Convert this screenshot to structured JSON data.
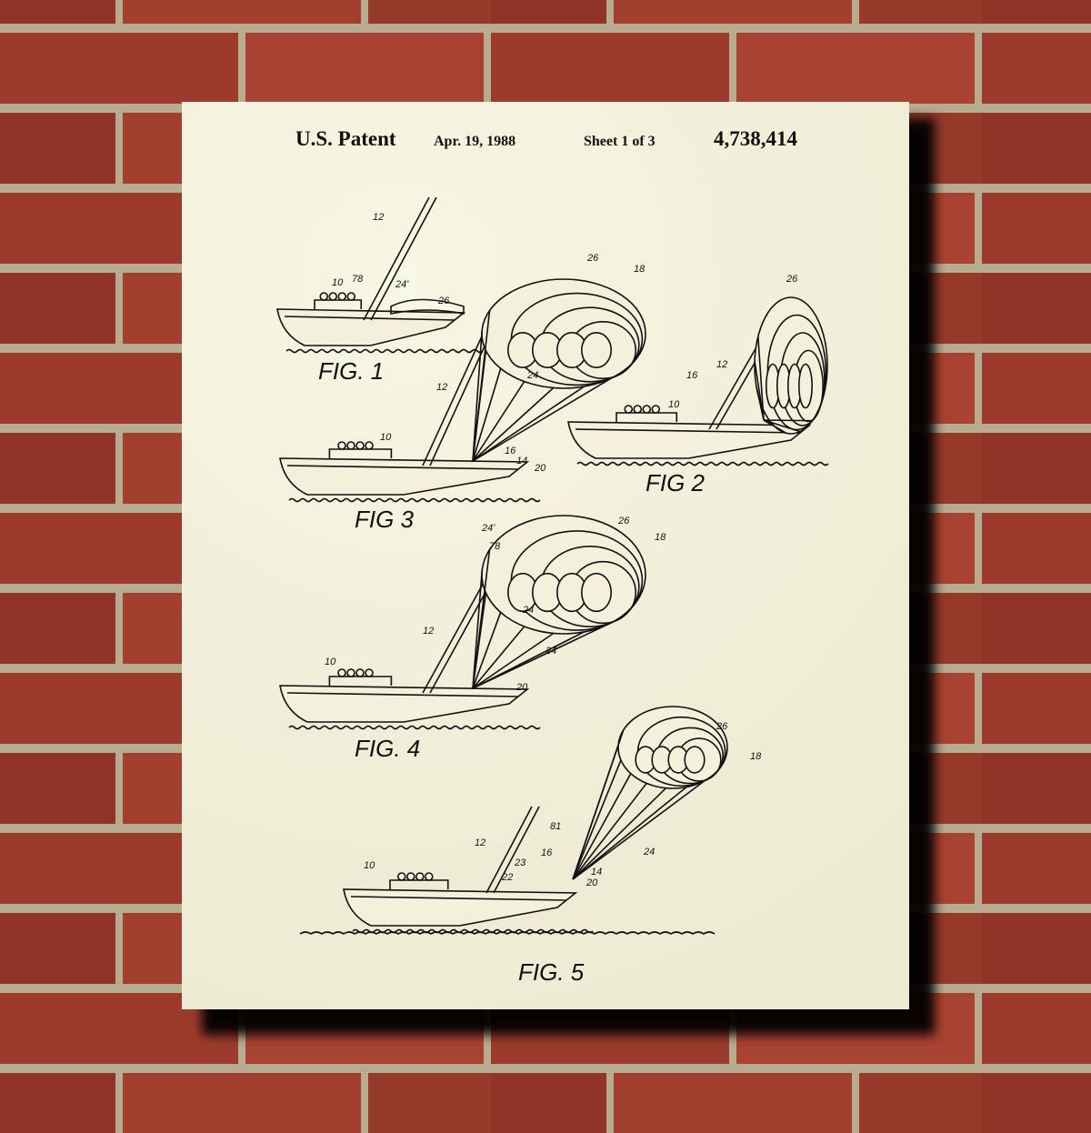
{
  "header": {
    "title": "U.S. Patent",
    "date": "Apr. 19, 1988",
    "sheet": "Sheet 1 of 3",
    "number": "4,738,414"
  },
  "colors": {
    "paper": "#f3f1dc",
    "ink": "#111111",
    "brick": "#9c3b2c",
    "mortar": "#b9ab90"
  },
  "figures": [
    {
      "caption": "FIG. 1",
      "labels": [
        "12",
        "10",
        "78",
        "24'",
        "26"
      ]
    },
    {
      "caption": "FIG 2",
      "labels": [
        "26",
        "12",
        "16",
        "10"
      ]
    },
    {
      "caption": "FIG 3",
      "labels": [
        "26",
        "18",
        "24",
        "12",
        "10",
        "16",
        "14",
        "20"
      ]
    },
    {
      "caption": "FIG. 4",
      "labels": [
        "24'",
        "78",
        "26",
        "18",
        "24",
        "24",
        "12",
        "10",
        "20"
      ]
    },
    {
      "caption": "FIG. 5",
      "labels": [
        "26",
        "18",
        "24",
        "81",
        "16",
        "12",
        "23",
        "22",
        "14",
        "20",
        "10"
      ]
    }
  ]
}
